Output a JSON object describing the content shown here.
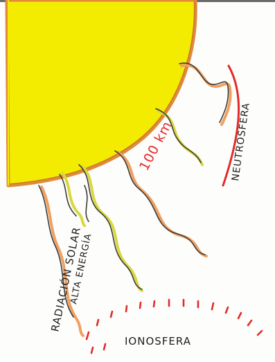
{
  "labels": {
    "solar_radiation": "RADIACIÓN SOLAR",
    "high_energy": "ALTA ENERGÍA",
    "height": "100 km",
    "neutrosphere": "NEUTROSFERA",
    "ionosphere": "IONOSFERA"
  },
  "colors": {
    "sun_fill": "#f4ec00",
    "sun_outline": "#e08a3a",
    "ray_dark": "#3a3a3a",
    "ray_orange": "#f0a060",
    "ray_yellow": "#d8d840",
    "label_ink": "#1e1e1e",
    "label_red": "#e22a2a"
  }
}
